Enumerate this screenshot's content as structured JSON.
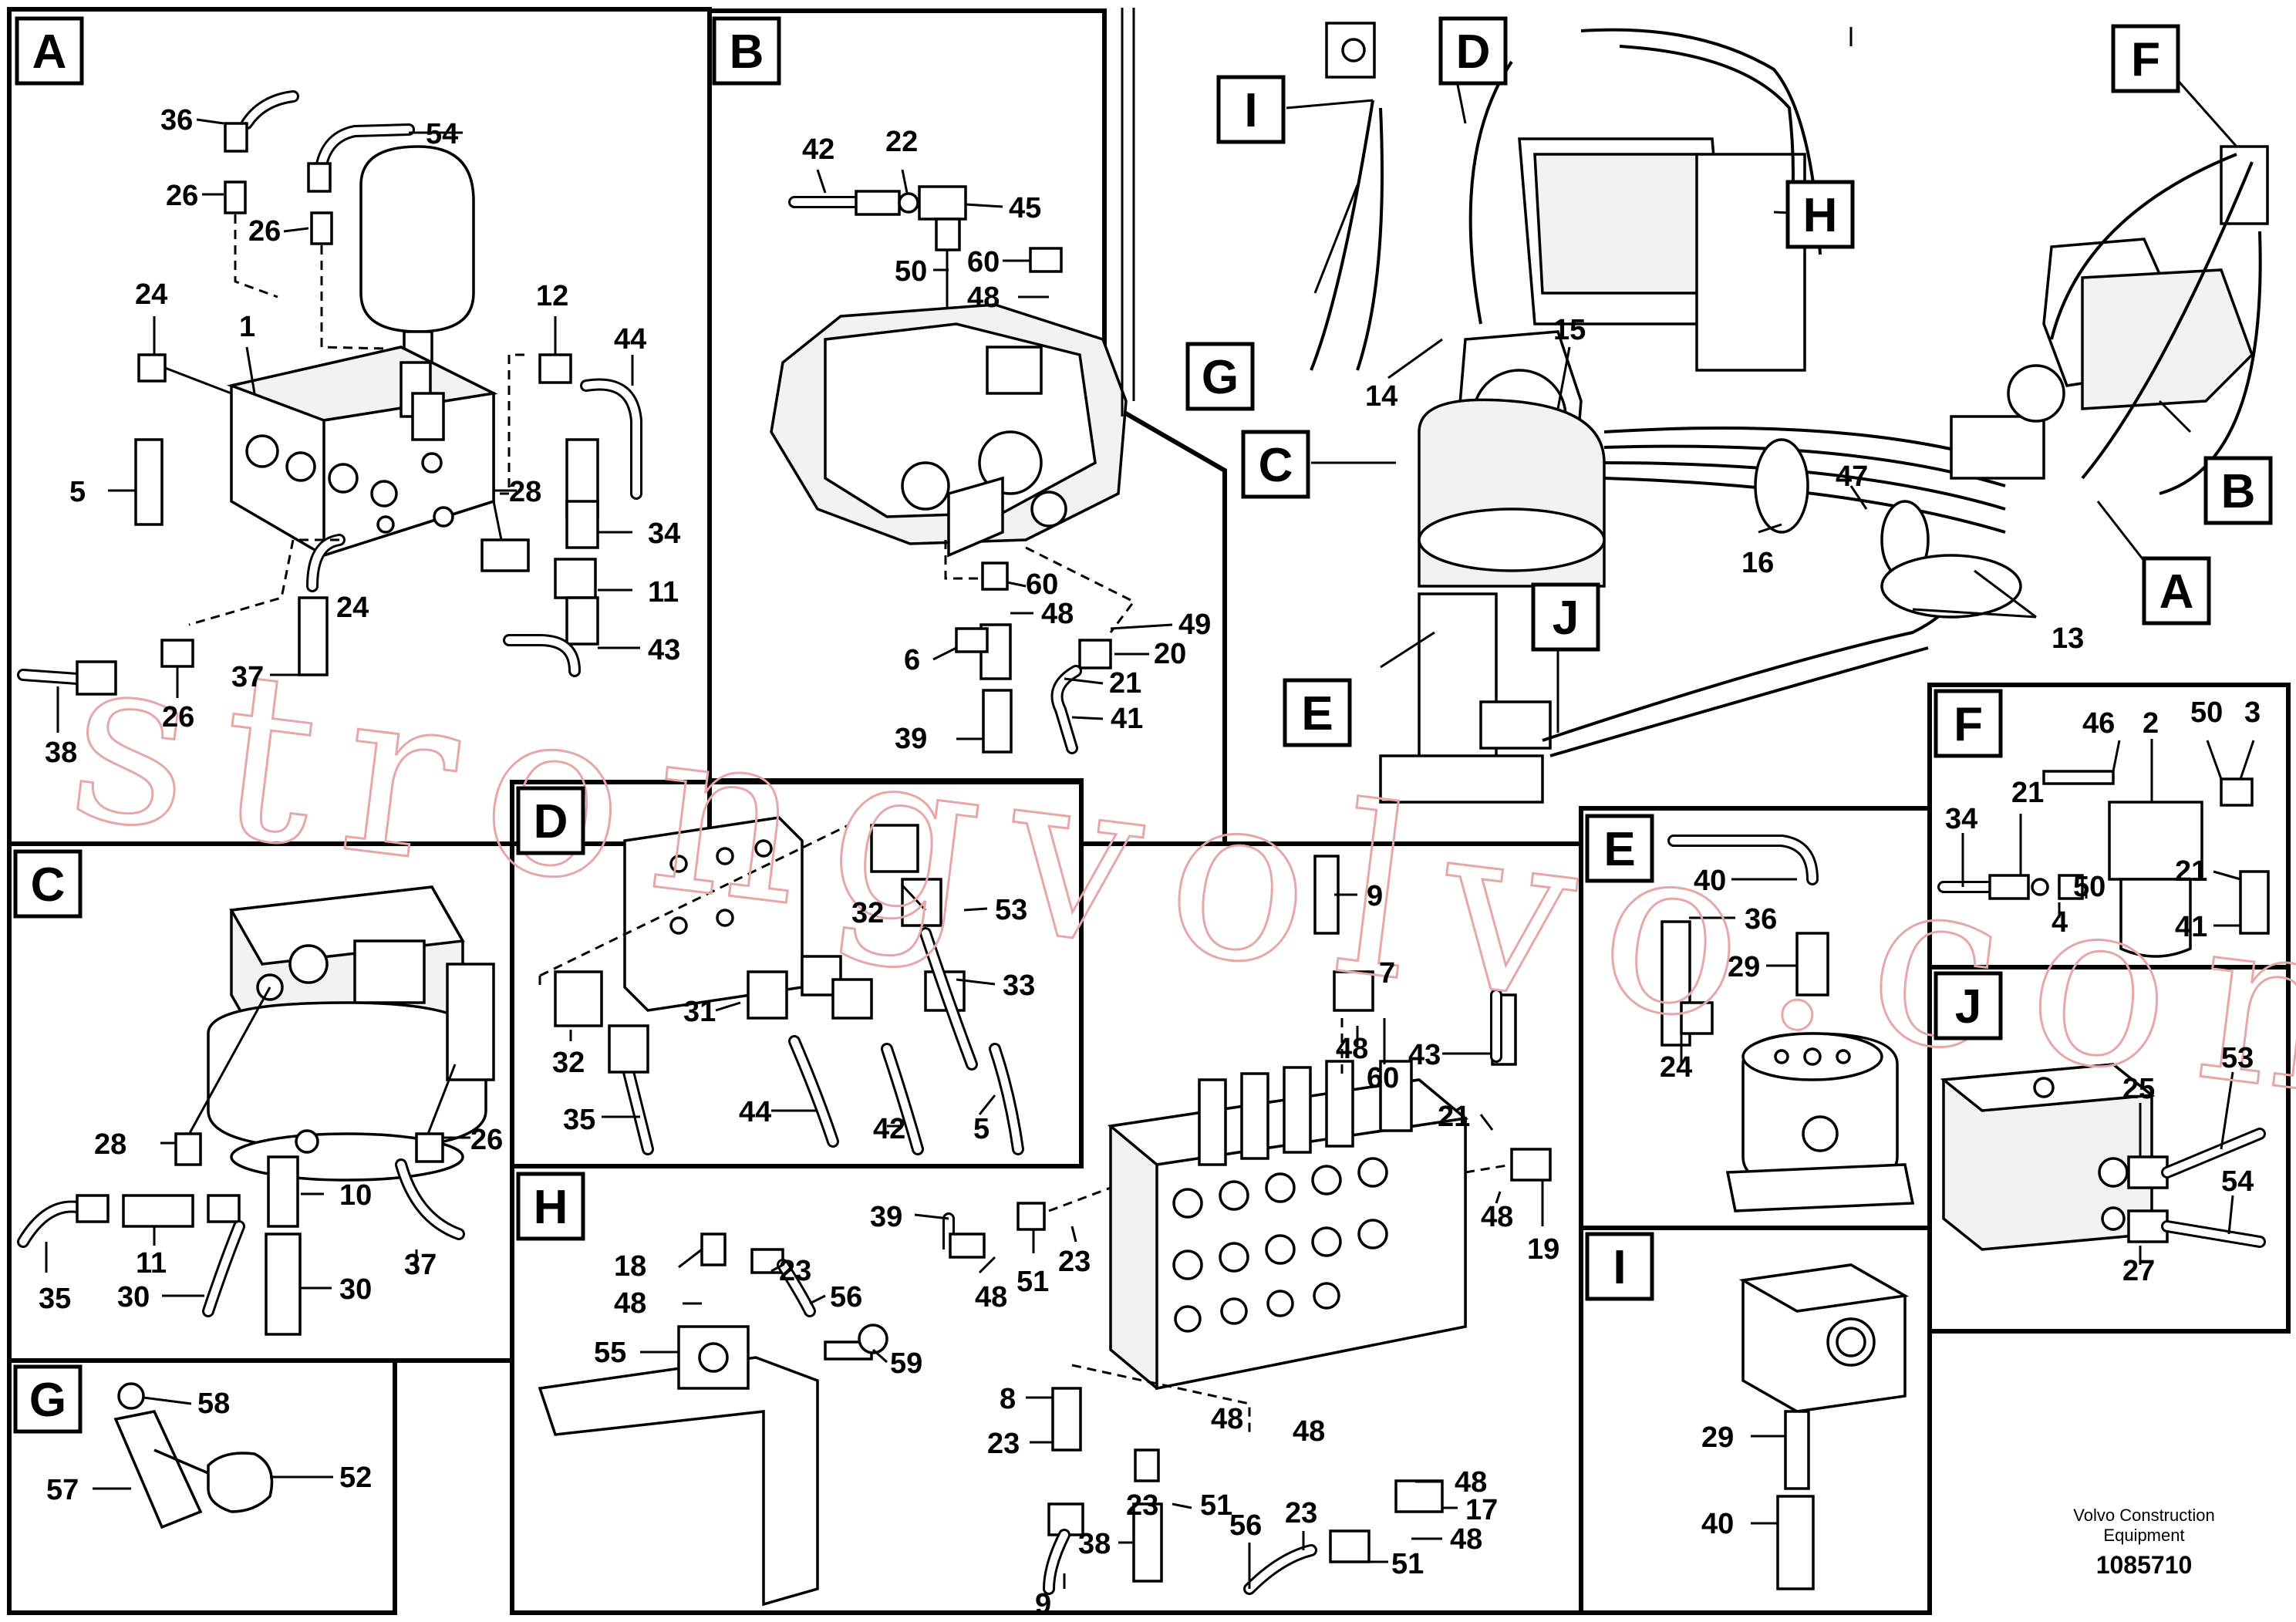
{
  "diagram": {
    "panels": {
      "A": "A",
      "B": "B",
      "C": "C",
      "D": "D",
      "E": "E",
      "F": "F",
      "G": "G",
      "H": "H",
      "I": "I",
      "J": "J"
    },
    "overview_labels": {
      "I": "I",
      "D": "D",
      "F": "F",
      "H": "H",
      "G": "G",
      "C": "C",
      "B": "B",
      "A": "A",
      "J": "J",
      "E": "E"
    },
    "callouts": {
      "a36": "36",
      "a54": "54",
      "a26a": "26",
      "a26b": "26",
      "a24a": "24",
      "a1": "1",
      "a12": "12",
      "a44": "44",
      "a5": "5",
      "a28": "28",
      "a34": "34",
      "a11": "11",
      "a24b": "24",
      "a43": "43",
      "a37": "37",
      "a26c": "26",
      "a38": "38",
      "b42": "42",
      "b22": "22",
      "b45": "45",
      "b50": "50",
      "b60a": "60",
      "b48a": "48",
      "b60b": "60",
      "b48b": "48",
      "b6": "6",
      "b49": "49",
      "b20": "20",
      "b21": "21",
      "b41": "41",
      "b39": "39",
      "o14": "14",
      "o15": "15",
      "o16": "16",
      "o47": "47",
      "o13": "13",
      "c28": "28",
      "c26": "26",
      "c10": "10",
      "c11": "11",
      "c35": "35",
      "c30a": "30",
      "c30b": "30",
      "c37": "37",
      "d32a": "32",
      "d53": "53",
      "d33": "33",
      "d31": "31",
      "d32b": "32",
      "d35": "35",
      "d44": "44",
      "d42": "42",
      "d5": "5",
      "m9a": "9",
      "m7": "7",
      "m48a": "48",
      "m60": "60",
      "m43": "43",
      "m21": "21",
      "m48b": "48",
      "m19": "19",
      "m39": "39",
      "m48c": "48",
      "m51a": "51",
      "m23a": "23",
      "m8": "8",
      "m23b": "23",
      "m23c": "23",
      "m51b": "51",
      "m48d": "48",
      "m48e": "48",
      "m38": "38",
      "m9b": "9",
      "m56": "56",
      "m23d": "23",
      "m48f": "48",
      "m17": "17",
      "m48g": "48",
      "m51c": "51",
      "e40": "40",
      "e36": "36",
      "e29": "29",
      "e24": "24",
      "f46": "46",
      "f2": "2",
      "f50a": "50",
      "f3": "3",
      "f34": "34",
      "f21a": "21",
      "f50b": "50",
      "f4": "4",
      "f21b": "21",
      "f41": "41",
      "j25": "25",
      "j53": "53",
      "j54": "54",
      "j27": "27",
      "g58": "58",
      "g57": "57",
      "g52": "52",
      "h18": "18",
      "h23": "23",
      "h48": "48",
      "h56": "56",
      "h55": "55",
      "h59": "59",
      "i29": "29",
      "i40": "40"
    },
    "watermark": "strongvolvo.com",
    "footer": {
      "line1": "Volvo Construction",
      "line2": "Equipment",
      "id": "1085710"
    }
  }
}
